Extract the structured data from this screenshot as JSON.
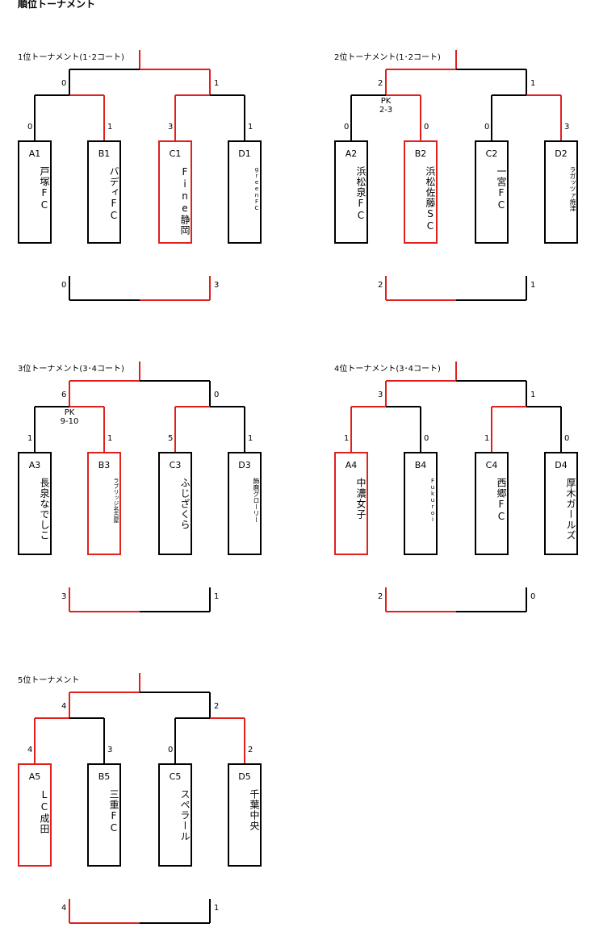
{
  "page_title": "順位トーナメント",
  "colors": {
    "win": "#e0201c",
    "line": "#000000"
  },
  "tournaments": [
    {
      "title": "1位トーナメント(1･2コート)",
      "teams": [
        {
          "seed": "A1",
          "name": "戸塚FC",
          "win": false,
          "size": ""
        },
        {
          "seed": "B1",
          "name": "バディFC",
          "win": false,
          "size": ""
        },
        {
          "seed": "C1",
          "name": "Fine静岡",
          "win": true,
          "size": ""
        },
        {
          "seed": "D1",
          "name": "greenFC",
          "win": false,
          "size": "tiny"
        }
      ],
      "r1": [
        "0",
        "1",
        "3",
        "1"
      ],
      "semi": [
        "0",
        "1"
      ],
      "pk": null,
      "final_scores": [
        "0",
        "3"
      ],
      "red": {
        "r1a": "right",
        "r1b": "left",
        "top": "right",
        "bottom": "right"
      }
    },
    {
      "title": "2位トーナメント(1･2コート)",
      "teams": [
        {
          "seed": "A2",
          "name": "浜松泉FC",
          "win": false,
          "size": ""
        },
        {
          "seed": "B2",
          "name": "浜松佐藤SC",
          "win": true,
          "size": ""
        },
        {
          "seed": "C2",
          "name": "一宮FC",
          "win": false,
          "size": ""
        },
        {
          "seed": "D2",
          "name": "ラガッツァ焼津",
          "win": false,
          "size": "small"
        }
      ],
      "r1": [
        "0",
        "0",
        "0",
        "3"
      ],
      "semi": [
        "2",
        "1"
      ],
      "pk": {
        "label": "PK",
        "score": "2-3"
      },
      "final_scores": [
        "2",
        "1"
      ],
      "red": {
        "r1a": "right",
        "r1b": "right",
        "top": "left",
        "bottom": "left"
      }
    },
    {
      "title": "3位トーナメント(3･4コート)",
      "teams": [
        {
          "seed": "A3",
          "name": "長泉なでしこ",
          "win": false,
          "size": ""
        },
        {
          "seed": "B3",
          "name": "ラブリッジ名古屋",
          "win": true,
          "size": "tiny"
        },
        {
          "seed": "C3",
          "name": "ふじざくら",
          "win": false,
          "size": ""
        },
        {
          "seed": "D3",
          "name": "飾鹿グローリー",
          "win": false,
          "size": "small"
        }
      ],
      "r1": [
        "1",
        "1",
        "5",
        "1"
      ],
      "semi": [
        "6",
        "0"
      ],
      "pk": {
        "label": "PK",
        "score": "9-10"
      },
      "final_scores": [
        "3",
        "1"
      ],
      "red": {
        "r1a": "right",
        "r1b": "left",
        "top": "left",
        "bottom": "left"
      }
    },
    {
      "title": "4位トーナメント(3･4コート)",
      "teams": [
        {
          "seed": "A4",
          "name": "中濃女子",
          "win": true,
          "size": ""
        },
        {
          "seed": "B4",
          "name": "Fukuroi",
          "win": false,
          "size": "tiny"
        },
        {
          "seed": "C4",
          "name": "西郷FC",
          "win": false,
          "size": ""
        },
        {
          "seed": "D4",
          "name": "厚木ガールズ",
          "win": false,
          "size": ""
        }
      ],
      "r1": [
        "1",
        "0",
        "1",
        "0"
      ],
      "semi": [
        "3",
        "1"
      ],
      "pk": null,
      "final_scores": [
        "2",
        "0"
      ],
      "red": {
        "r1a": "left",
        "r1b": "left",
        "top": "left",
        "bottom": "left"
      }
    },
    {
      "title": "5位トーナメント",
      "teams": [
        {
          "seed": "A5",
          "name": "LC成田",
          "win": true,
          "size": ""
        },
        {
          "seed": "B5",
          "name": "三重FC",
          "win": false,
          "size": ""
        },
        {
          "seed": "C5",
          "name": "スペラール",
          "win": false,
          "size": ""
        },
        {
          "seed": "D5",
          "name": "千葉中央",
          "win": false,
          "size": ""
        }
      ],
      "r1": [
        "4",
        "3",
        "0",
        "2"
      ],
      "semi": [
        "4",
        "2"
      ],
      "pk": null,
      "final_scores": [
        "4",
        "1"
      ],
      "red": {
        "r1a": "left",
        "r1b": "right",
        "top": "left",
        "bottom": "left"
      }
    }
  ]
}
